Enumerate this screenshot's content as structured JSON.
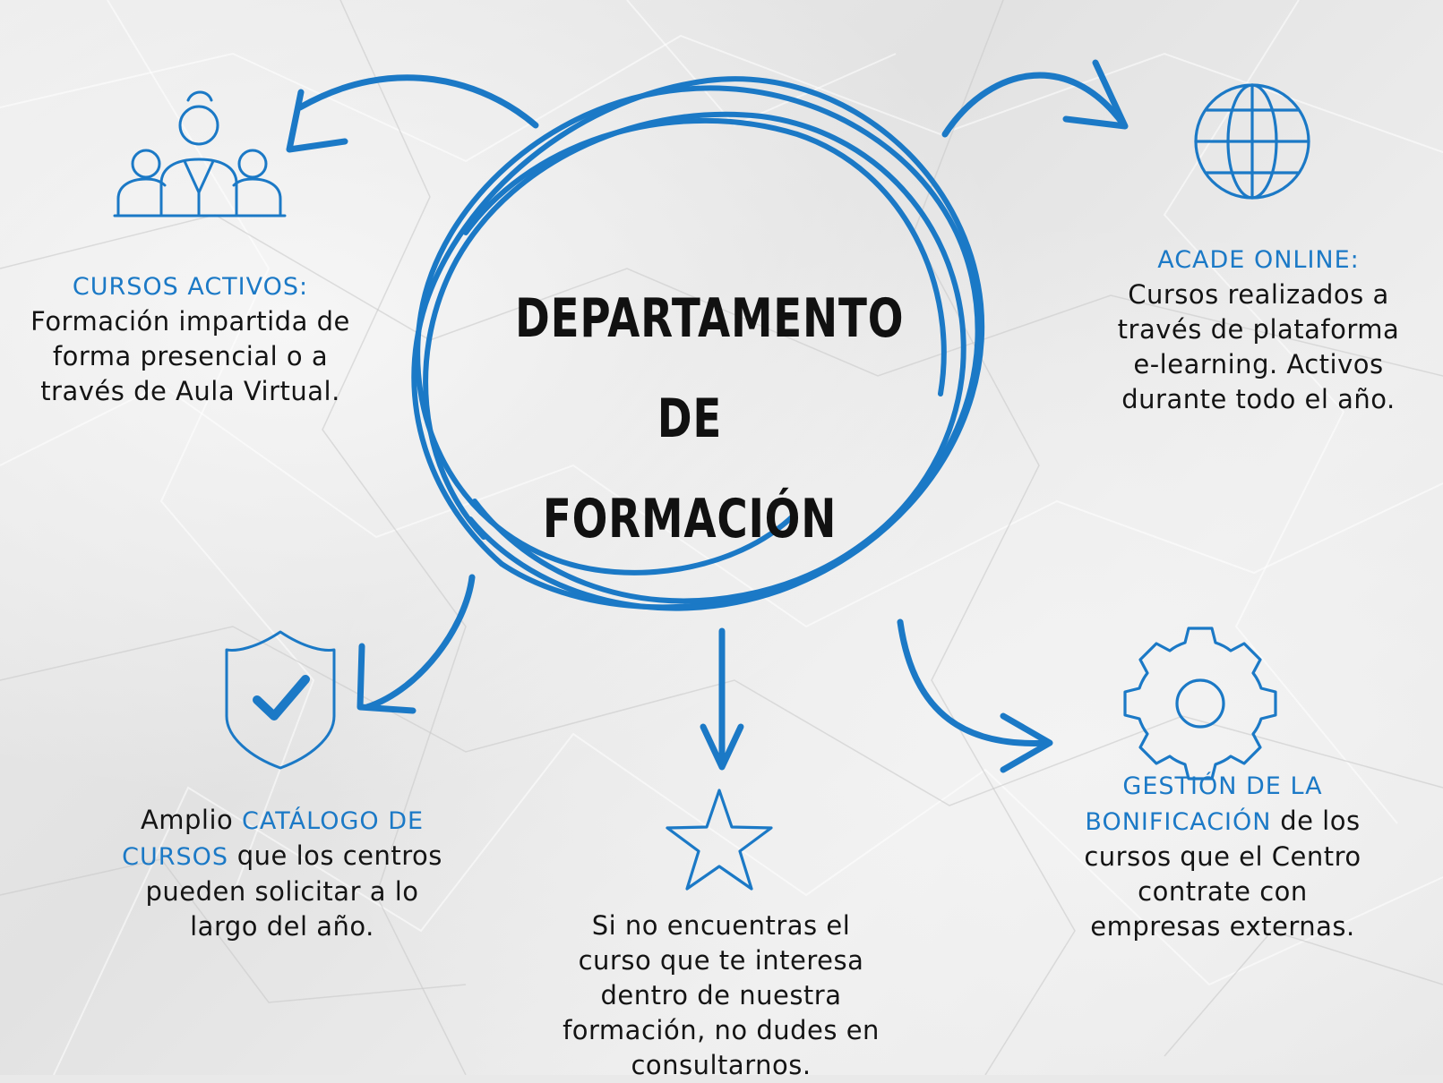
{
  "colors": {
    "accent": "#1b79c6",
    "text": "#141414",
    "background": "#e9e9e9"
  },
  "center": {
    "line1": "DEPARTAMENTO",
    "line2": "DE FORMACIÓN"
  },
  "nodes": {
    "cursos_activos": {
      "icon": "team-icon",
      "heading": "CURSOS ACTIVOS",
      "suffix": ":",
      "lines": [
        "Formación impartida de",
        "forma presencial o a",
        "través de Aula Virtual."
      ]
    },
    "acade_online": {
      "icon": "globe-icon",
      "heading": "ACADE ONLINE",
      "suffix": ":",
      "lines": [
        "Cursos realizados a",
        "través de plataforma",
        "e-learning. Activos",
        "durante todo el año."
      ]
    },
    "catalogo": {
      "icon": "shield-check-icon",
      "prefix": "Amplio ",
      "highlight1": "CATÁLOGO DE",
      "highlight2": "CURSOS",
      "rest2": " que los centros",
      "lines": [
        "pueden solicitar a lo",
        "largo del año."
      ]
    },
    "consultas": {
      "icon": "star-icon",
      "lines": [
        "Si no encuentras el",
        "curso que te interesa",
        "dentro de nuestra",
        "formación, no dudes en",
        "consultarnos."
      ]
    },
    "bonificacion": {
      "icon": "gear-icon",
      "highlight1": "GESTIÓN DE LA",
      "highlight2": "BONIFICACIÓN",
      "rest2": " de los",
      "lines": [
        "cursos que el Centro",
        "contrate con",
        "empresas externas."
      ]
    }
  }
}
